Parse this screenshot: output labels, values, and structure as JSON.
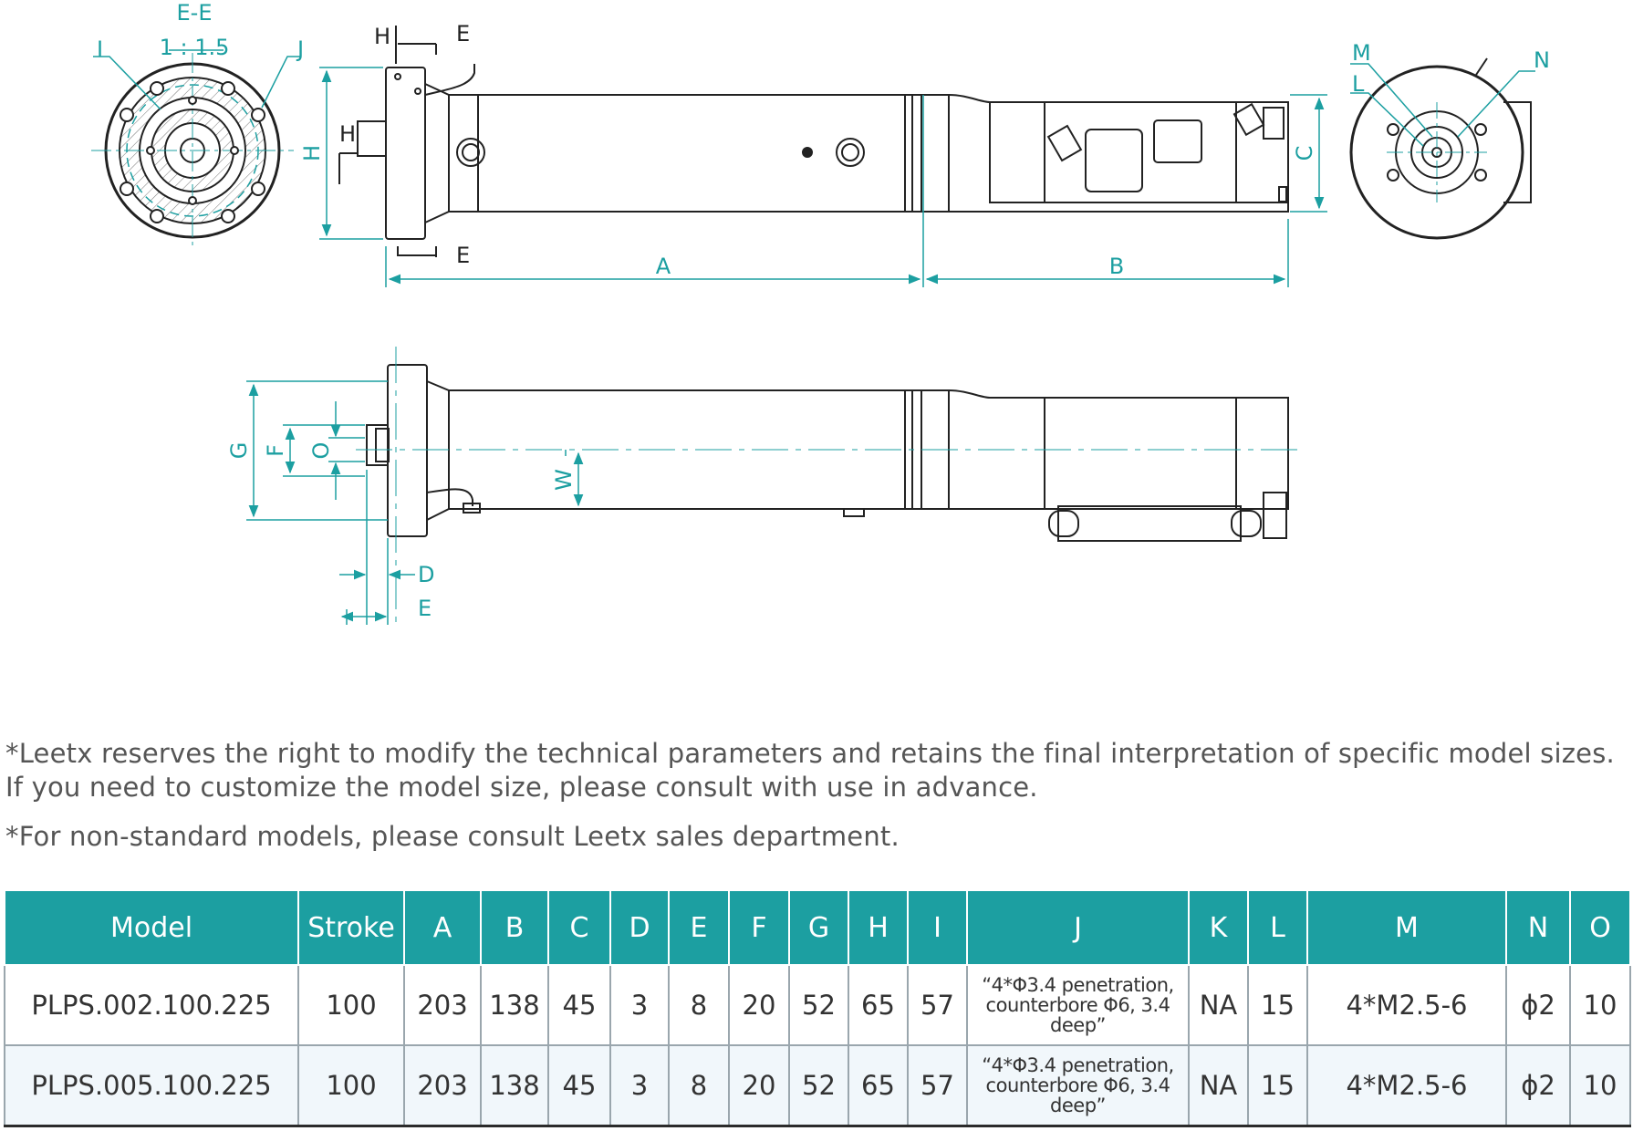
{
  "drawing": {
    "accent_color": "#1c9fa1",
    "labels": {
      "section": "E-E",
      "scale": "1 : 1.5",
      "i": "I",
      "j": "J",
      "m": "M",
      "n": "N",
      "l": "L",
      "a": "A",
      "b": "B",
      "c": "C",
      "d": "D",
      "e": "E",
      "f": "F",
      "g": "G",
      "h": "H",
      "o": "O",
      "w": "W"
    }
  },
  "notes": {
    "line1": "*Leetx reserves the right to modify the technical parameters and retains the final interpretation of specific model sizes.",
    "line2": "If you need to customize the model size, please consult with use in advance.",
    "line3": "*For non-standard models, please consult Leetx sales department."
  },
  "table": {
    "header_color": "#1c9fa1",
    "headers": [
      "Model",
      "Stroke",
      "A",
      "B",
      "C",
      "D",
      "E",
      "F",
      "G",
      "H",
      "I",
      "J",
      "K",
      "L",
      "M",
      "N",
      "O"
    ],
    "rows": [
      [
        "PLPS.002.100.225",
        "100",
        "203",
        "138",
        "45",
        "3",
        "8",
        "20",
        "52",
        "65",
        "57",
        "“4*Φ3.4 penetration, counterbore Φ6, 3.4 deep”",
        "NA",
        "15",
        "4*M2.5-6",
        "ϕ2",
        "10"
      ],
      [
        "PLPS.005.100.225",
        "100",
        "203",
        "138",
        "45",
        "3",
        "8",
        "20",
        "52",
        "65",
        "57",
        "“4*Φ3.4 penetration, counterbore Φ6, 3.4 deep”",
        "NA",
        "15",
        "4*M2.5-6",
        "ϕ2",
        "10"
      ]
    ]
  }
}
